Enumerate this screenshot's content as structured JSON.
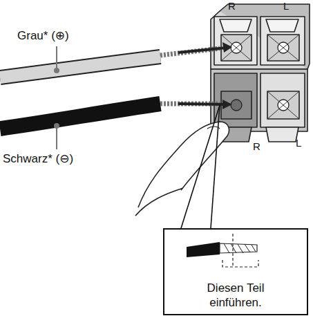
{
  "diagram": {
    "nodes": [
      {
        "text": [
          "Diesen Teil einführen."
        ]
      }
    ],
    "labels": [
      "R",
      "L",
      "Grau* (⊕)",
      "Schwarz* (⊖)",
      "R",
      "L"
    ]
  }
}
